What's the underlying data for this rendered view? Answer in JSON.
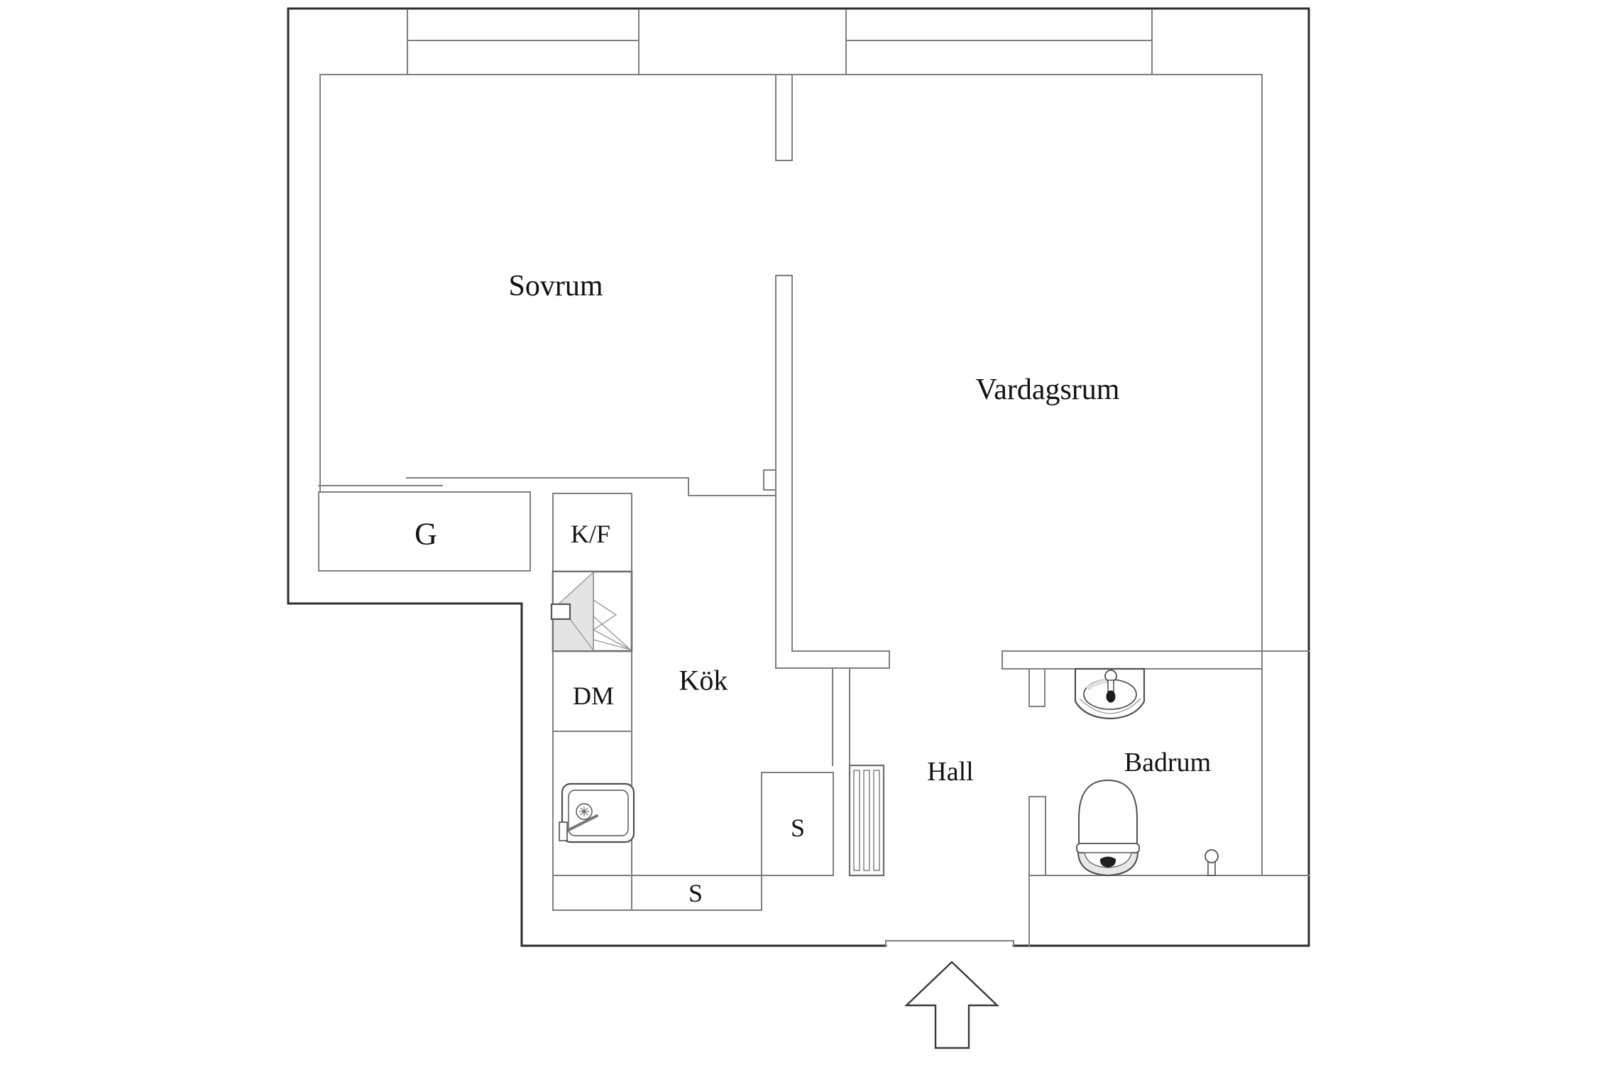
{
  "plan": {
    "type": "apartment-floor-plan",
    "language": "sv",
    "rooms": {
      "sovrum": {
        "label": "Sovrum"
      },
      "vardagsrum": {
        "label": "Vardagsrum"
      },
      "kok": {
        "label": "Kök"
      },
      "hall": {
        "label": "Hall"
      },
      "badrum": {
        "label": "Badrum"
      }
    },
    "units": {
      "closet": {
        "label": "G"
      },
      "fridge_freezer": {
        "label": "K/F"
      },
      "dishwasher": {
        "label": "DM"
      },
      "cabinet_right": {
        "label": "S"
      },
      "cabinet_bottom": {
        "label": "S"
      }
    },
    "icons": [
      "stove-icon",
      "kitchen-sink-icon",
      "bathroom-sink-icon",
      "toilet-icon",
      "toilet-paper-holder-icon",
      "wardrobe-slats-icon",
      "entrance-arrow-icon"
    ],
    "colors": {
      "background": "#ffffff",
      "outer_wall": "#2d2d2d",
      "inner_wall": "#7f7f7f",
      "fixture_line": "#4f4f4f",
      "thin_line": "#9a9a9a",
      "fill_shade": "#e4e4e4",
      "text": "#121212"
    }
  }
}
